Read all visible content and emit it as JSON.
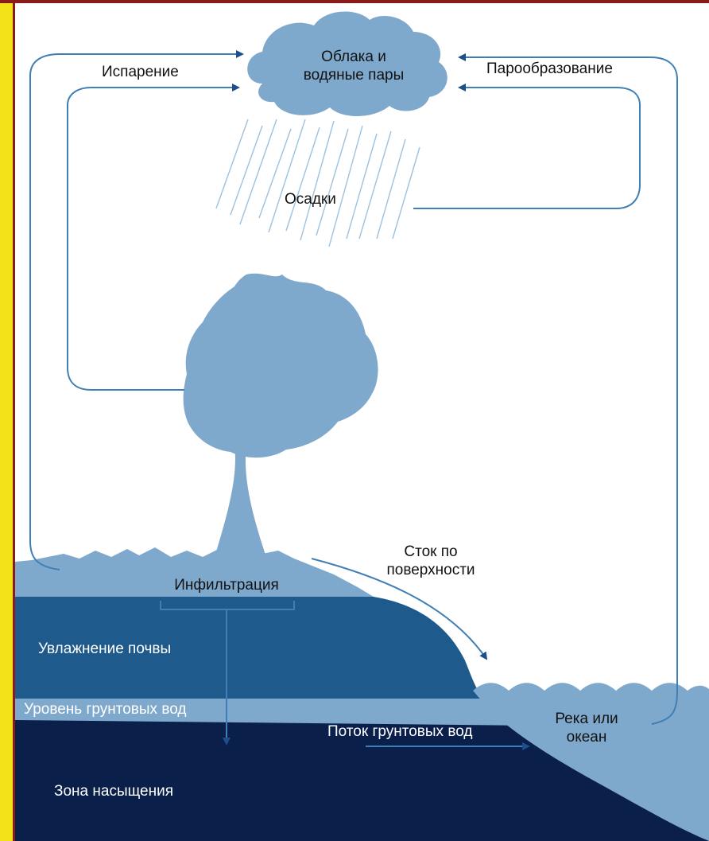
{
  "labels": {
    "clouds_line1": "Облака и",
    "clouds_line2": "водяные пары",
    "evaporation": "Испарение",
    "vaporization": "Парообразование",
    "precipitation": "Осадки",
    "runoff_line1": "Сток по",
    "runoff_line2": "поверхности",
    "infiltration": "Инфильтрация",
    "soil_moisture": "Увлажнение почвы",
    "water_table": "Уровень грунтовых вод",
    "groundwater_flow": "Поток грунтовых вод",
    "river_line1": "Река или",
    "river_line2": "океан",
    "saturation_zone": "Зона насыщения"
  },
  "colors": {
    "light_blue": "#7fa9cc",
    "medium_blue": "#1e5a8c",
    "dark_blue": "#0a1f4a",
    "line_blue": "#3f7fb5",
    "arrow_blue": "#1f4f8a",
    "frame_yellow": "#f3e21a",
    "frame_red": "#8b1a1a"
  }
}
